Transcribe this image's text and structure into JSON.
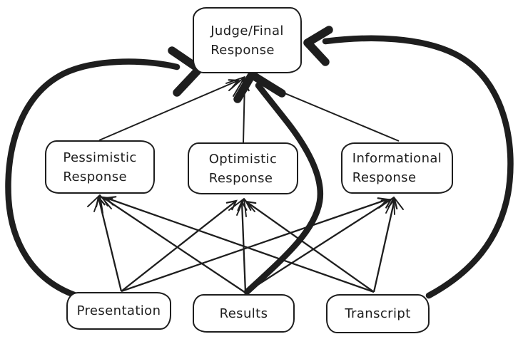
{
  "diagram": {
    "background_color": "#ffffff",
    "ink_color": "#1e1e1e",
    "style": "hand-drawn flowchart",
    "nodes": {
      "judge": {
        "label": "Judge/Final\nResponse"
      },
      "pessimistic": {
        "label": "Pessimistic\nResponse"
      },
      "optimistic": {
        "label": "Optimistic\nResponse"
      },
      "informational": {
        "label": "Informational\nResponse"
      },
      "presentation": {
        "label": "Presentation"
      },
      "results": {
        "label": "Results"
      },
      "transcript": {
        "label": "Transcript"
      }
    },
    "edges": [
      {
        "from": "pessimistic",
        "to": "judge",
        "weight": "thin"
      },
      {
        "from": "optimistic",
        "to": "judge",
        "weight": "thin"
      },
      {
        "from": "informational",
        "to": "judge",
        "weight": "thin"
      },
      {
        "from": "presentation",
        "to": "pessimistic",
        "weight": "thin"
      },
      {
        "from": "presentation",
        "to": "optimistic",
        "weight": "thin"
      },
      {
        "from": "presentation",
        "to": "informational",
        "weight": "thin"
      },
      {
        "from": "results",
        "to": "pessimistic",
        "weight": "thin"
      },
      {
        "from": "results",
        "to": "optimistic",
        "weight": "thin"
      },
      {
        "from": "results",
        "to": "informational",
        "weight": "thin"
      },
      {
        "from": "transcript",
        "to": "pessimistic",
        "weight": "thin"
      },
      {
        "from": "transcript",
        "to": "optimistic",
        "weight": "thin"
      },
      {
        "from": "transcript",
        "to": "informational",
        "weight": "thin"
      },
      {
        "from": "presentation",
        "to": "judge",
        "weight": "thick"
      },
      {
        "from": "results",
        "to": "judge",
        "weight": "thick"
      },
      {
        "from": "transcript",
        "to": "judge",
        "weight": "thick"
      }
    ]
  }
}
